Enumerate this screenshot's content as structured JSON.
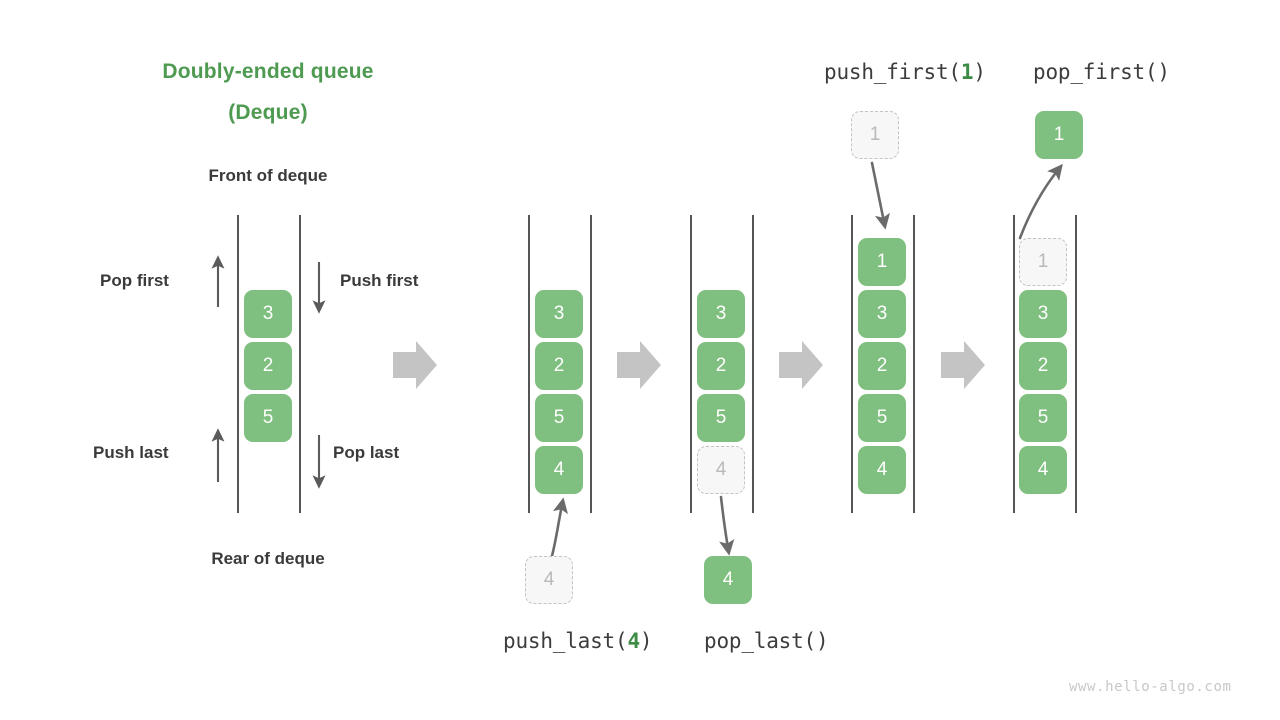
{
  "title": {
    "line1": "Doubly-ended queue",
    "line2": "(Deque)"
  },
  "labels": {
    "front": "Front of deque",
    "rear": "Rear of deque",
    "pop_first": "Pop first",
    "push_first": "Push first",
    "push_last": "Push last",
    "pop_last": "Pop last"
  },
  "operations": {
    "push_last": {
      "prefix": "push_last(",
      "arg": "4",
      "suffix": ")"
    },
    "pop_last": {
      "prefix": "pop_last()",
      "arg": "",
      "suffix": ""
    },
    "push_first": {
      "prefix": "push_first(",
      "arg": "1",
      "suffix": ")"
    },
    "pop_first": {
      "prefix": "pop_first()",
      "arg": "",
      "suffix": ""
    }
  },
  "deques": [
    {
      "name": "initial",
      "cells": [
        "3",
        "2",
        "5"
      ],
      "ghost_index": -1
    },
    {
      "name": "after-push-last",
      "cells": [
        "3",
        "2",
        "5",
        "4"
      ],
      "ghost_index": -1
    },
    {
      "name": "before-pop-last",
      "cells": [
        "3",
        "2",
        "5",
        "4"
      ],
      "ghost_index": 3
    },
    {
      "name": "after-push-first",
      "cells": [
        "1",
        "3",
        "2",
        "5",
        "4"
      ],
      "ghost_index": -1
    },
    {
      "name": "before-pop-first",
      "cells": [
        "1",
        "3",
        "2",
        "5",
        "4"
      ],
      "ghost_index": 0
    }
  ],
  "floating_cells": {
    "push_last_source": "4",
    "pop_last_result": "4",
    "push_first_source": "1",
    "pop_first_result": "1"
  },
  "colors": {
    "accent_green": "#4e9a51",
    "cell_green": "#7fbf7f",
    "ghost_fill": "#f7f7f7",
    "ghost_border": "#c3c3c3",
    "ghost_text": "#b9b9b9",
    "rail": "#555555",
    "arrow_gray": "#c4c4c4",
    "thin_arrow": "#5b5b5b",
    "text_dark": "#3a3a3a",
    "watermark": "#c8c8c8"
  },
  "watermark": "www.hello-algo.com"
}
